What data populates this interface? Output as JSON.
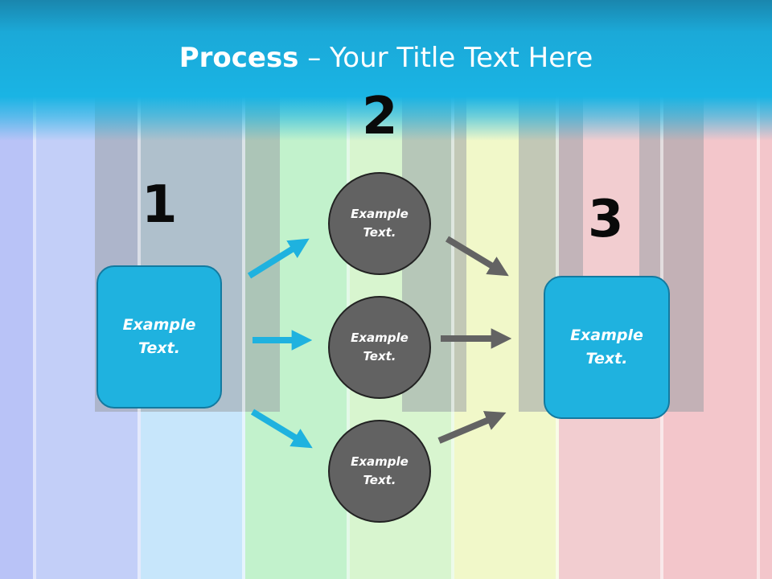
{
  "title": {
    "bold": "Process",
    "rest": " – Your Title Text Here"
  },
  "numbers": {
    "one": "1",
    "two": "2",
    "three": "3"
  },
  "left_box": {
    "text": "Example\nText."
  },
  "right_box": {
    "text": "Example\nText."
  },
  "circles": [
    {
      "text": "Example\nText."
    },
    {
      "text": "Example\nText."
    },
    {
      "text": "Example\nText."
    }
  ],
  "colors": {
    "accent": "#1fb2df",
    "circle": "#626262",
    "arrow_blue": "#1fb2df",
    "arrow_gray": "#636363"
  }
}
